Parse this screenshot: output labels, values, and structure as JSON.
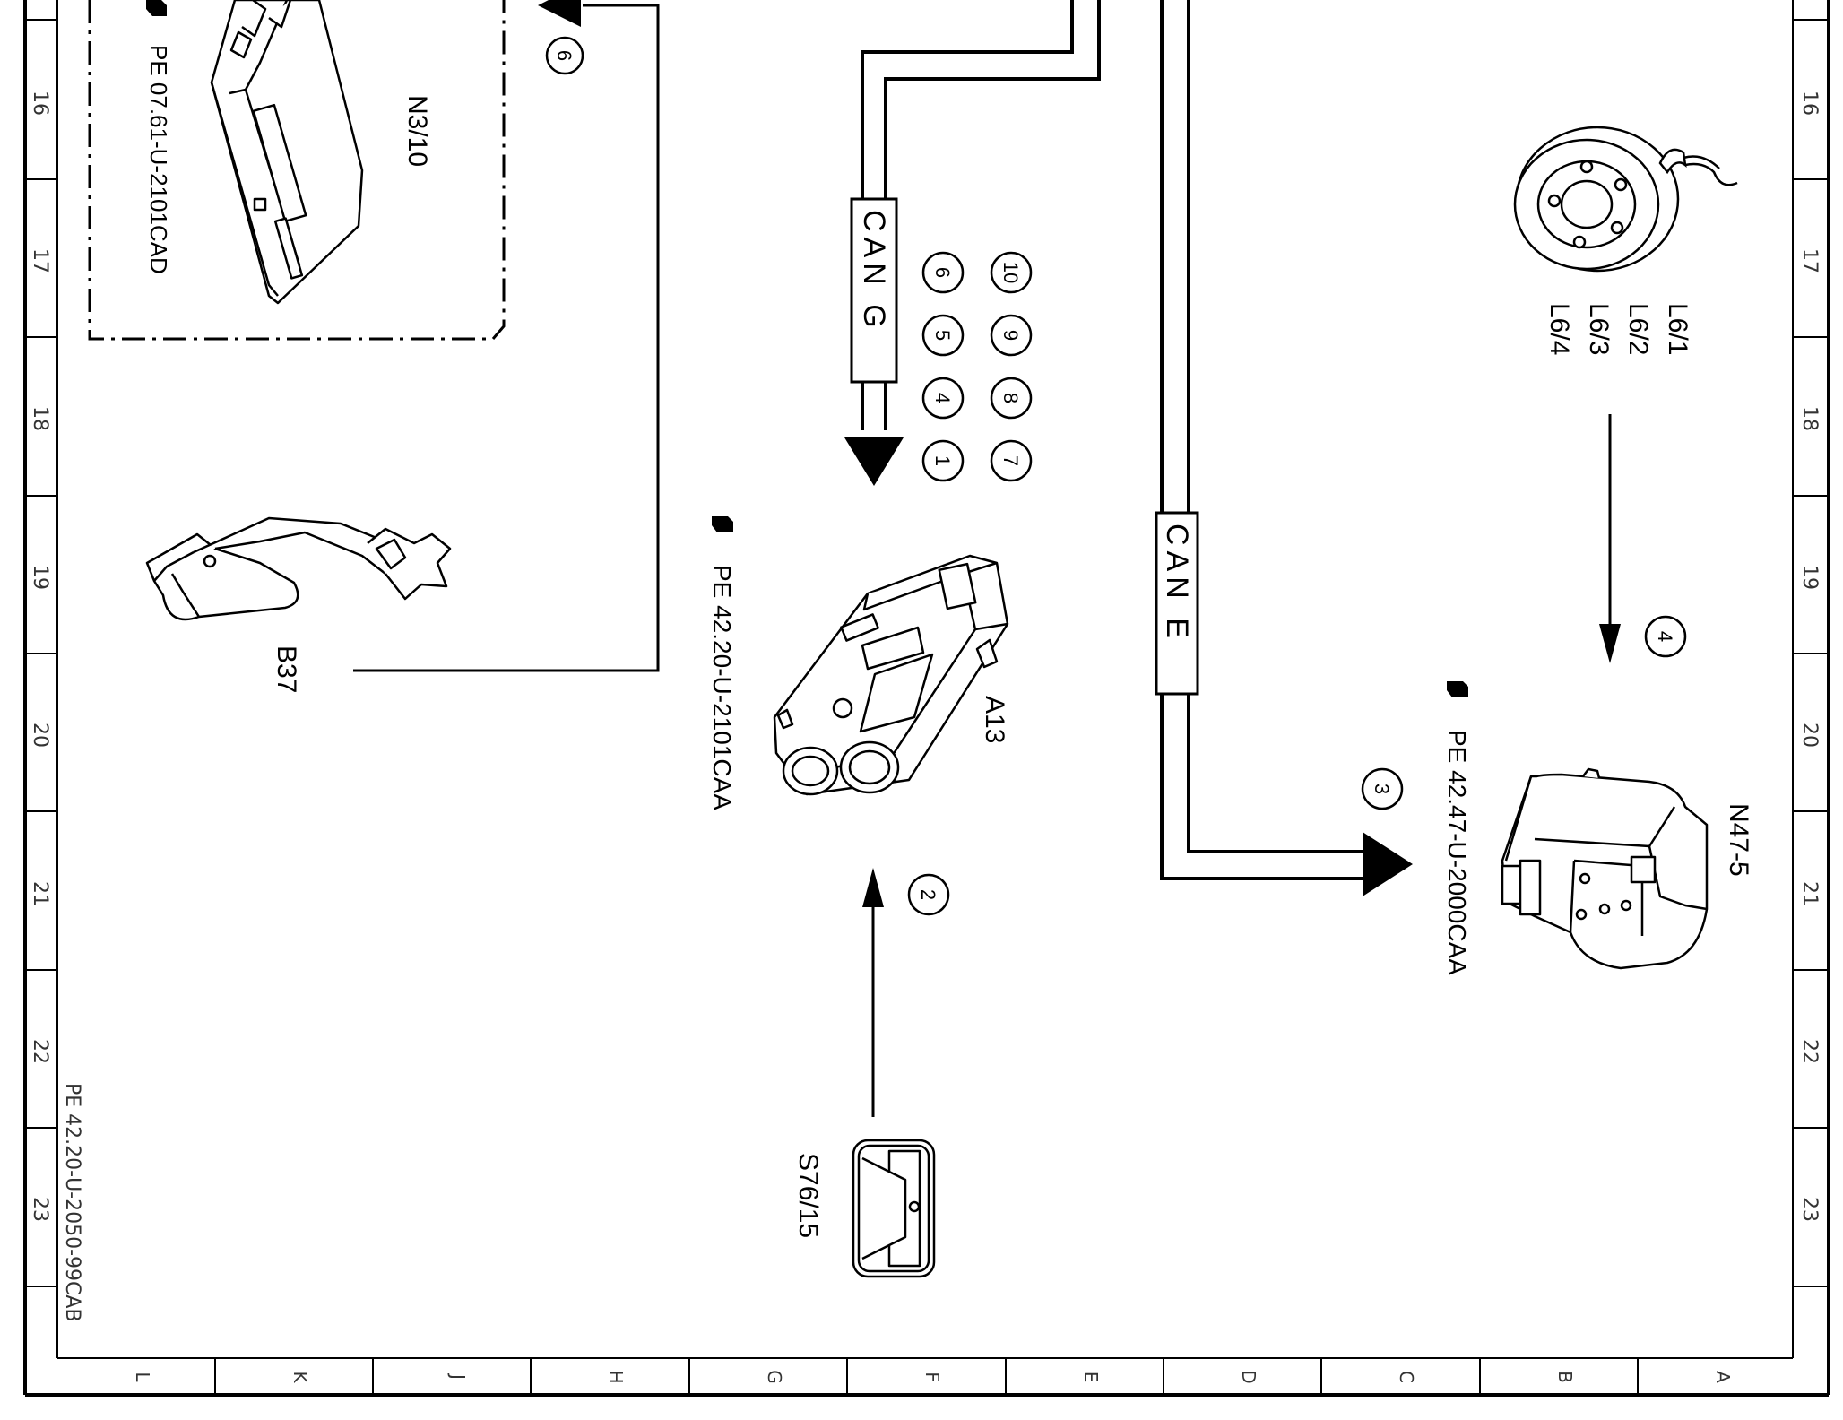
{
  "frame": {
    "row_numbers": [
      "16",
      "17",
      "18",
      "19",
      "20",
      "21",
      "22",
      "23"
    ],
    "column_letters": [
      "L",
      "K",
      "J",
      "H",
      "G",
      "F",
      "E",
      "D",
      "C",
      "B",
      "A"
    ]
  },
  "sheet_reference": "PE 42.20-U-2050-99CAB",
  "components": {
    "n3_10": {
      "label": "N3/10",
      "reference": "PE 07.61-U-2101CAD"
    },
    "b37": {
      "label": "B37"
    },
    "a13": {
      "label": "A13",
      "reference": "PE 42.20-U-2101CAA"
    },
    "s76_15": {
      "label": "S76/15"
    },
    "n47_5": {
      "label": "N47-5",
      "reference": "PE 42.47-U-2000CAA"
    },
    "l6": {
      "labels": [
        "L6/1",
        "L6/2",
        "L6/3",
        "L6/4"
      ]
    }
  },
  "buses": {
    "can_g": "CAN G",
    "can_e": "CAN E"
  },
  "callouts": {
    "c1": "1",
    "c2": "2",
    "c3": "3",
    "c4": "4",
    "c5": "5",
    "c6": "6",
    "c7": "7",
    "c8": "8",
    "c9": "9",
    "c10": "10",
    "c6_top": "6"
  },
  "icons": {
    "reference_pointer": "hand-pointer-icon"
  }
}
